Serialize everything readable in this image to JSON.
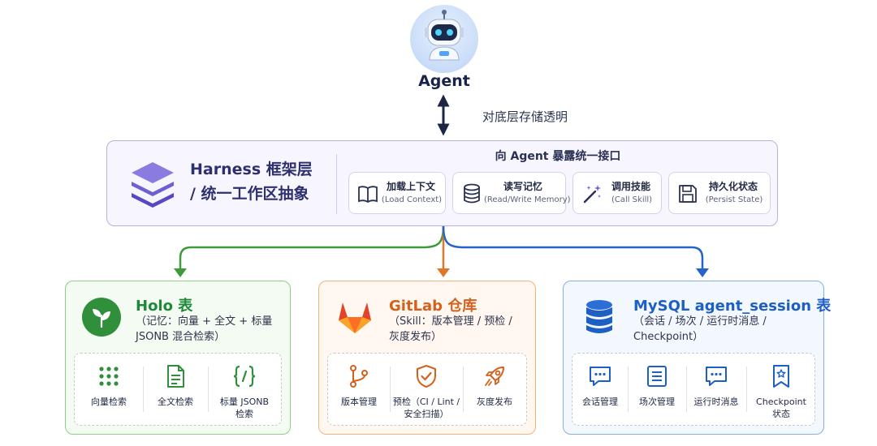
{
  "agent": {
    "label": "Agent",
    "arrow_note": "对底层存储透明",
    "icon": "robot-icon"
  },
  "harness": {
    "title_line1": "Harness 框架层",
    "title_line2": "/ 统一工作区抽象",
    "subtitle": "向 Agent 暴露统一接口",
    "icon": "layers-icon",
    "interfaces": [
      {
        "title": "加载上下文",
        "sub": "(Load Context)",
        "icon": "book-icon"
      },
      {
        "title": "读写记忆",
        "sub": "(Read/Write Memory)",
        "icon": "database-icon"
      },
      {
        "title": "调用技能",
        "sub": "(Call Skill)",
        "icon": "magic-wand-icon"
      },
      {
        "title": "持久化状态",
        "sub": "(Persist State)",
        "icon": "save-icon"
      }
    ]
  },
  "holo": {
    "title": "Holo 表",
    "desc_line1": "（记忆：向量 + 全文 + 标量",
    "desc_line2": "JSONB 混合检索）",
    "icon": "leaf-icon",
    "color": "#1d8a3a",
    "items": [
      {
        "label": "向量检索",
        "icon": "dot-grid-icon"
      },
      {
        "label": "全文检索",
        "icon": "document-icon"
      },
      {
        "label_line1": "标量 JSONB",
        "label_line2": "检索",
        "icon": "braces-icon"
      }
    ]
  },
  "gitlab": {
    "title": "GitLab 仓库",
    "desc_line1": "（Skill：版本管理 / 预检 /",
    "desc_line2": "灰度发布）",
    "icon": "gitlab-icon",
    "color": "#d3611c",
    "items": [
      {
        "label": "版本管理",
        "icon": "git-branch-icon"
      },
      {
        "label_line1": "预检（CI / Lint /",
        "label_line2": "安全扫描）",
        "icon": "shield-check-icon"
      },
      {
        "label": "灰度发布",
        "icon": "rocket-icon"
      }
    ]
  },
  "mysql": {
    "title": "MySQL agent_session 表",
    "desc_line1": "（会话 / 场次 / 运行时消息 /",
    "desc_line2": "Checkpoint）",
    "icon": "database-stack-icon",
    "color": "#1e5fc6",
    "items": [
      {
        "label": "会话管理",
        "icon": "chat-icon"
      },
      {
        "label": "场次管理",
        "icon": "list-icon"
      },
      {
        "label": "运行时消息",
        "icon": "message-icon"
      },
      {
        "label_line1": "Checkpoint",
        "label_line2": "状态",
        "icon": "bookmark-icon"
      }
    ]
  },
  "colors": {
    "green": "#3f9a3c",
    "orange": "#e0782a",
    "blue": "#2563c9",
    "harness": "#6a5ccf"
  }
}
